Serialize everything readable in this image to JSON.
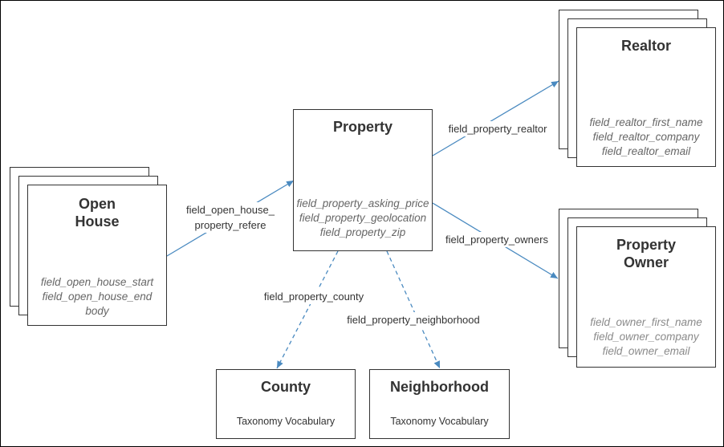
{
  "entities": {
    "open_house": {
      "title_lines": [
        "Open",
        "House"
      ],
      "fields": [
        "field_open_house_start",
        "field_open_house_end",
        "body"
      ]
    },
    "property": {
      "title": "Property",
      "fields": [
        "field_property_asking_price",
        "field_property_geolocation",
        "field_property_zip"
      ]
    },
    "realtor": {
      "title": "Realtor",
      "fields": [
        "field_realtor_first_name",
        "field_realtor_company",
        "field_realtor_email"
      ]
    },
    "property_owner": {
      "title_lines": [
        "Property",
        "Owner"
      ],
      "fields": [
        "field_owner_first_name",
        "field_owner_company",
        "field_owner_email"
      ]
    },
    "county": {
      "title": "County",
      "subtitle": "Taxonomy Vocabulary"
    },
    "neighborhood": {
      "title": "Neighborhood",
      "subtitle": "Taxonomy Vocabulary"
    }
  },
  "edges": {
    "open_house_ref": {
      "lines": [
        "field_open_house_",
        "property_refere"
      ],
      "style": "solid"
    },
    "realtor": {
      "label": "field_property_realtor",
      "style": "solid"
    },
    "owners": {
      "label": "field_property_owners",
      "style": "solid"
    },
    "county": {
      "label": "field_property_county",
      "style": "dashed"
    },
    "neighborhood": {
      "label": "field_property_neighborhood",
      "style": "dashed"
    }
  },
  "colors": {
    "arrow": "#4a8ac0",
    "border": "#333333",
    "title_text": "#333333",
    "field_text": "#666666"
  }
}
